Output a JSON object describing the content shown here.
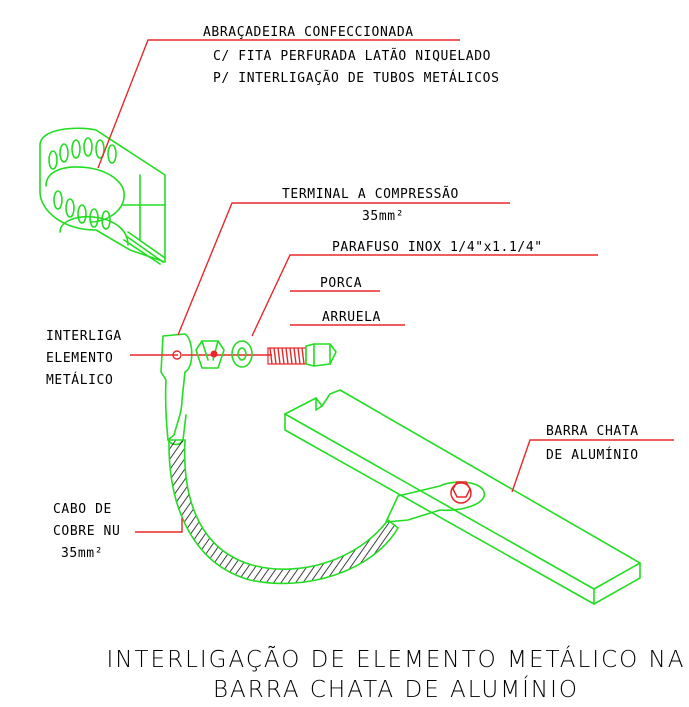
{
  "colors": {
    "drawing": "#22dd22",
    "leader": "#e8282a",
    "text": "#000000",
    "background": "#ffffff"
  },
  "labels": {
    "clamp_line1": "ABRAÇADEIRA CONFECCIONADA",
    "clamp_line2": "C/ FITA PERFURADA LATÃO NIQUELADO",
    "clamp_line3": "P/ INTERLIGAÇÃO DE TUBOS METÁLICOS",
    "terminal_line1": "TERMINAL A COMPRESSÃO",
    "terminal_line2": "35mm²",
    "bolt": "PARAFUSO INOX 1/4\"x1.1/4\"",
    "nut": "PORCA",
    "washer": "ARRUELA",
    "interliga_line1": "INTERLIGA",
    "interliga_line2": "ELEMENTO",
    "interliga_line3": "METÁLICO",
    "bar_line1": "BARRA CHATA",
    "bar_line2": "DE ALUMÍNIO",
    "cable_line1": "CABO DE",
    "cable_line2": "COBRE NU",
    "cable_line3": "35mm²"
  },
  "title": {
    "line1": "INTERLIGAÇÃO DE ELEMENTO METÁLICO NA",
    "line2": "BARRA CHATA DE ALUMÍNIO"
  }
}
